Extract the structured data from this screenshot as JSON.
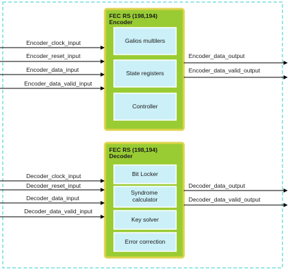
{
  "encoder": {
    "title_line1": "FEC RS (198,194)",
    "title_line2": "Encoder",
    "units": [
      "Galios multilers",
      "State registers",
      "Controller"
    ],
    "inputs": [
      "Encoder_clock_input",
      "Encoder_reset_input",
      "Encoder_data_input",
      "Encoder_data_valid_input"
    ],
    "outputs": [
      "Encoder_data_output",
      "Encoder_data_valid_output"
    ]
  },
  "decoder": {
    "title_line1": "FEC RS (198,194)",
    "title_line2": "Decoder",
    "units": [
      "Bit Locker",
      "Syndrome calculator",
      "Key solver",
      "Error correction"
    ],
    "inputs": [
      "Decoder_clock_input",
      "Decoder_reset_input",
      "Decoder_data_input",
      "Decoder_data_valid_input"
    ],
    "outputs": [
      "Decoder_data_output",
      "Decoder_data_valid_output"
    ]
  },
  "colors": {
    "block_fill": "#99cc33",
    "block_border": "#ddd34a",
    "unit_fill": "#ccf0f8",
    "unit_border": "#ffffff",
    "dashed_border": "#33cccc",
    "line": "#000000"
  }
}
